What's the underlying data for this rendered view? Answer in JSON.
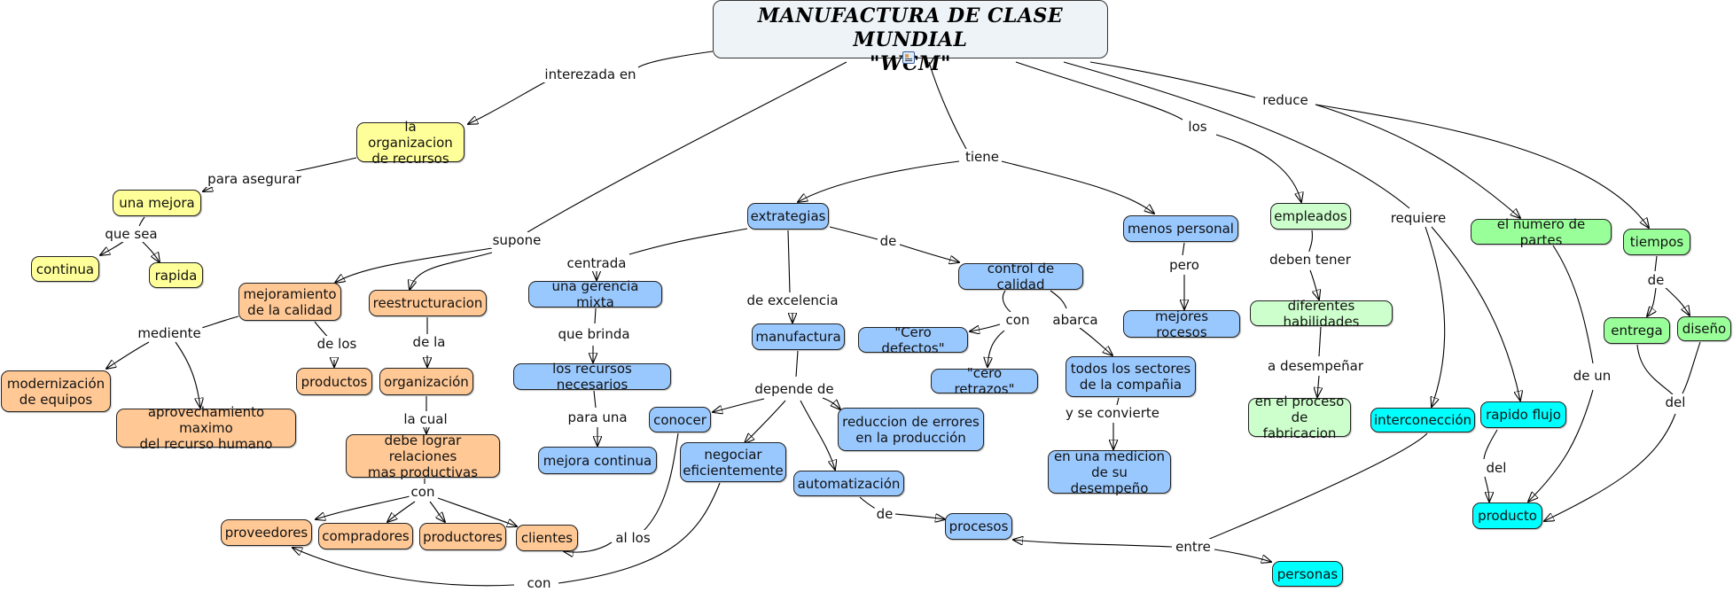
{
  "title": {
    "line1": "MANUFACTURA DE CLASE MUNDIAL",
    "line2": "\"WCM\"",
    "attachment_icon": "document-icon"
  },
  "colors": {
    "yellow": "#ffff99",
    "orange": "#ffc895",
    "blue": "#99c8ff",
    "light_green": "#ccffcc",
    "green": "#99ff99",
    "cyan": "#00ffff",
    "title_bg": "#edf3f6"
  },
  "nodes": {
    "organizacion_recursos": "la organizacion\nde recursos",
    "una_mejora": "una mejora",
    "continua": "continua",
    "rapida": "rapida",
    "mejoramiento_calidad": "mejoramiento\nde la calidad",
    "reestructuracion": "reestructuracion",
    "modernizacion": "modernización\nde equipos",
    "aprovechamiento": "aprovechamiento maximo\ndel recurso humano",
    "productos": "productos",
    "organizacion": "organización",
    "debe_lograr": "debe lograr relaciones\nmas productivas",
    "proveedores": "proveedores",
    "compradores": "compradores",
    "productores": "productores",
    "clientes": "clientes",
    "extrategias": "extrategias",
    "gerencia_mixta": "una gerencia mixta",
    "recursos_necesarios": "los recursos necesarios",
    "mejora_continua": "mejora continua",
    "manufactura": "manufactura",
    "conocer": "conocer",
    "negociar": "negociar\neficientemente",
    "reduccion_errores": "reduccion de errores\nen la producción",
    "automatizacion": "automatización",
    "procesos": "procesos",
    "control_calidad": "control de calidad",
    "cero_defectos": "\"Cero defectos\"",
    "cero_retrazos": "\"cero retrazos\"",
    "todos_sectores": "todos los sectores\nde la compañia",
    "medicion": "en una medicion\nde su desempeño",
    "menos_personal": "menos personal",
    "mejores_rocesos": "mejores rocesos",
    "empleados": "empleados",
    "diferentes_habilidades": "diferentes habilidades",
    "proceso_fabricacion": "en el proceso\nde fabricacion",
    "interconeccion": "interconección",
    "rapido_flujo": "rapido flujo",
    "producto": "producto",
    "personas": "personas",
    "numero_partes": "el numero de partes",
    "tiempos": "tiempos",
    "entrega": "entrega",
    "diseno": "diseño"
  },
  "links": {
    "interezada_en": "interezada en",
    "para_asegurar": "para asegurar",
    "que_sea": "que sea",
    "supone": "supone",
    "mediente": "mediente",
    "de_los": "de los",
    "de_la": "de la",
    "la_cual": "la cual",
    "con_relaciones": "con",
    "tiene": "tiene",
    "centrada": "centrada",
    "que_brinda": "que brinda",
    "para_una": "para una",
    "de_excelencia": "de excelencia",
    "depende_de": "depende de",
    "de_control": "de",
    "con_control": "con",
    "abarca": "abarca",
    "y_se_convierte": "y se convierte",
    "de_procesos": "de",
    "al_los": "al los",
    "con_negociar": "con",
    "entre": "entre",
    "los": "los",
    "pero": "pero",
    "deben_tener": "deben tener",
    "a_desempenar": "a desempeñar",
    "requiere": "requiere",
    "reduce": "reduce",
    "de_tiempos": "de",
    "de_un": "de un",
    "del_flujo": "del",
    "del_diseno": "del"
  }
}
